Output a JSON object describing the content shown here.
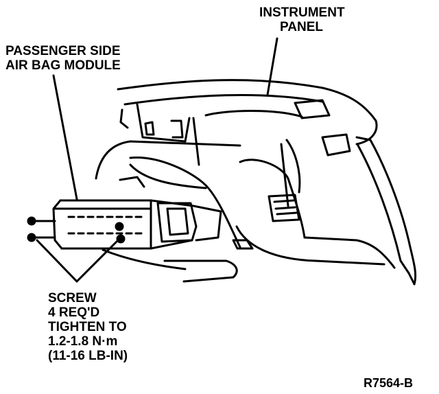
{
  "labels": {
    "instrument_panel": [
      "INSTRUMENT",
      "PANEL"
    ],
    "air_bag_module": [
      "PASSENGER SIDE",
      "AIR BAG MODULE"
    ],
    "screw_note": [
      "SCREW",
      "4 REQ'D",
      "TIGHTEN TO",
      "1.2-1.8 N·m",
      "(11-16 LB-IN)"
    ],
    "figure_id": "R7564-B"
  },
  "colors": {
    "ink": "#000000",
    "paper": "#ffffff"
  }
}
